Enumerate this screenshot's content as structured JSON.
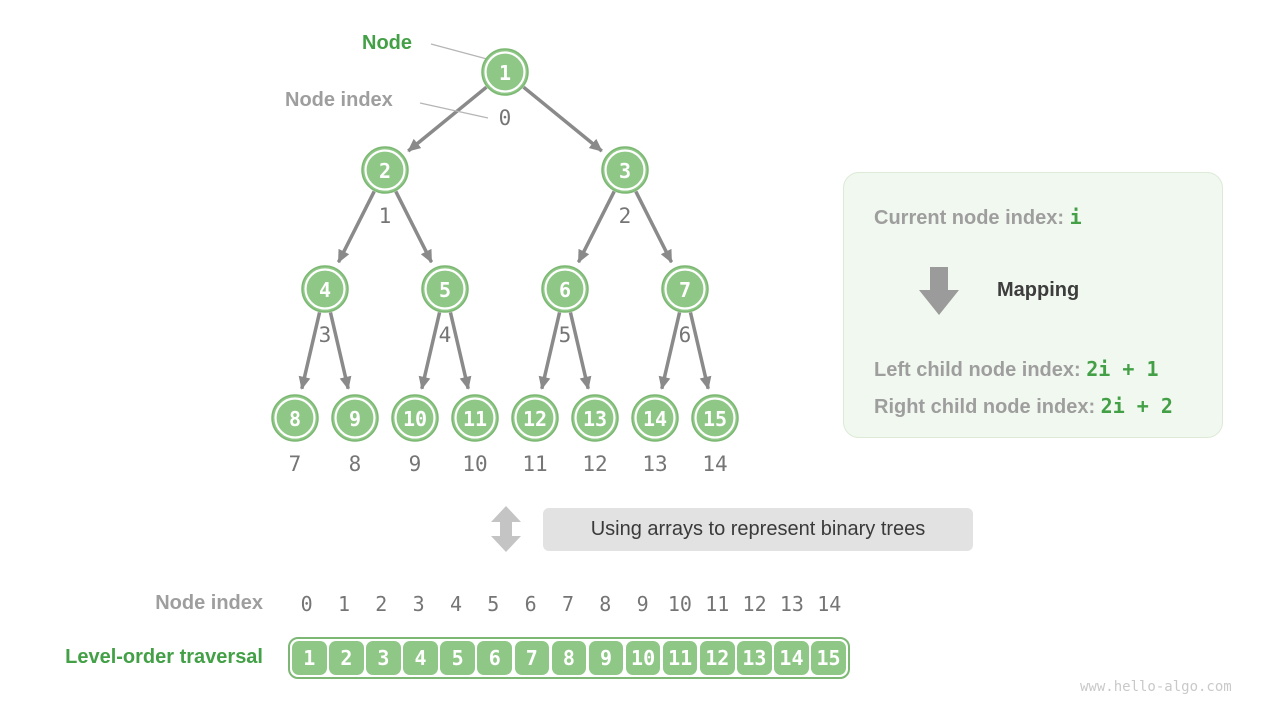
{
  "labels": {
    "node": "Node",
    "node_index": "Node index",
    "bottom_node_index": "Node index",
    "level_order": "Level-order traversal",
    "mid_caption": "Using arrays to represent binary trees",
    "watermark": "www.hello-algo.com"
  },
  "info_box": {
    "current_label": "Current node index:",
    "current_value": "i",
    "mapping_label": "Mapping",
    "left_label": "Left child node index:",
    "left_value": "2i + 1",
    "right_label": "Right child node index:",
    "right_value": "2i + 2"
  },
  "tree": {
    "nodes": [
      {
        "value": "1",
        "index": "0"
      },
      {
        "value": "2",
        "index": "1"
      },
      {
        "value": "3",
        "index": "2"
      },
      {
        "value": "4",
        "index": "3"
      },
      {
        "value": "5",
        "index": "4"
      },
      {
        "value": "6",
        "index": "5"
      },
      {
        "value": "7",
        "index": "6"
      },
      {
        "value": "8",
        "index": "7"
      },
      {
        "value": "9",
        "index": "8"
      },
      {
        "value": "10",
        "index": "9"
      },
      {
        "value": "11",
        "index": "10"
      },
      {
        "value": "12",
        "index": "11"
      },
      {
        "value": "13",
        "index": "12"
      },
      {
        "value": "14",
        "index": "13"
      },
      {
        "value": "15",
        "index": "14"
      }
    ],
    "edges": [
      [
        0,
        1
      ],
      [
        0,
        2
      ],
      [
        1,
        3
      ],
      [
        1,
        4
      ],
      [
        2,
        5
      ],
      [
        2,
        6
      ],
      [
        3,
        7
      ],
      [
        3,
        8
      ],
      [
        4,
        9
      ],
      [
        4,
        10
      ],
      [
        5,
        11
      ],
      [
        5,
        12
      ],
      [
        6,
        13
      ],
      [
        6,
        14
      ]
    ]
  },
  "array_row": {
    "indices": [
      "0",
      "1",
      "2",
      "3",
      "4",
      "5",
      "6",
      "7",
      "8",
      "9",
      "10",
      "11",
      "12",
      "13",
      "14"
    ],
    "values": [
      "1",
      "2",
      "3",
      "4",
      "5",
      "6",
      "7",
      "8",
      "9",
      "10",
      "11",
      "12",
      "13",
      "14",
      "15"
    ]
  },
  "colors": {
    "node_fill": "#8fc786",
    "node_outline": "#7cb873",
    "accent_green": "#43a047",
    "label_gray": "#9e9e9e",
    "index_gray": "#757575",
    "arrow_gray": "#8a8a8a",
    "leader_gray": "#b5b5b5",
    "caption_bg": "#e2e2e2",
    "info_bg": "#f1f8ef",
    "info_border": "#dcead7",
    "dark_text": "#3d3d3d",
    "down_arrow_gray": "#9b9b9b",
    "swap_arrow_gray": "#c4c4c4",
    "watermark_gray": "#c9c9c9"
  }
}
